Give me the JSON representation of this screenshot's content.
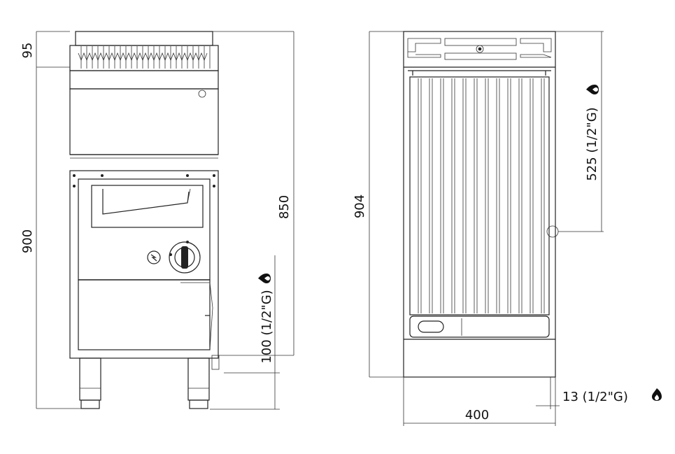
{
  "dimensions": {
    "front_height_top": "95",
    "front_total_height": "900",
    "front_height_850": "850",
    "front_gas_connection": "100 (1/2\"G)",
    "side_depth": "904",
    "side_gas_depth": "525 (1/2\"G)",
    "plan_gas_offset": "13 (1/2\"G)",
    "plan_width": "400"
  },
  "icons": {
    "gas_flame": "gas-flame-icon",
    "electric_ignition": "ignition-icon",
    "control_knob": "control-knob-icon"
  }
}
